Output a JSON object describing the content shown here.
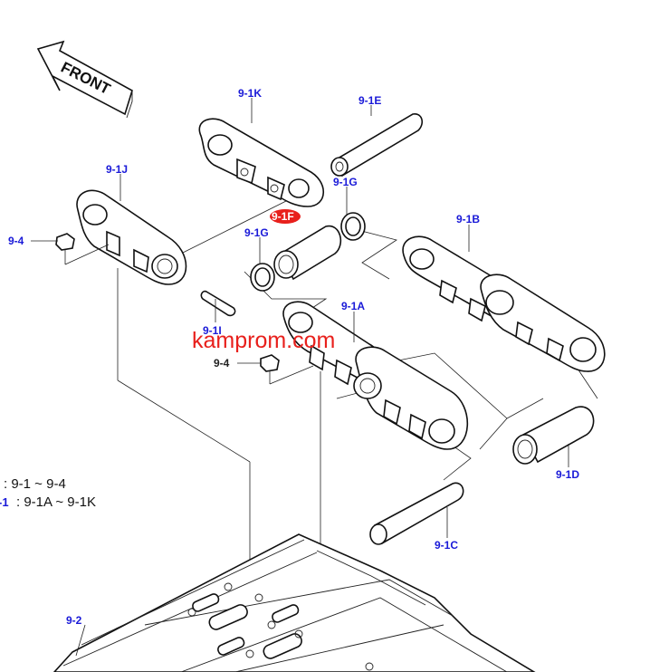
{
  "front_label": "FRONT",
  "labels": {
    "p9_1K": "9-1K",
    "p9_1E": "9-1E",
    "p9_1J": "9-1J",
    "p9_1G_top": "9-1G",
    "p9_1F": "9-1F",
    "p9_1G_left": "9-1G",
    "p9_1B": "9-1B",
    "p9_4_left": "9-4",
    "p9_1A": "9-1A",
    "p9_1I": "9-1I",
    "p9_4_mid": "9-4",
    "p9_1D": "9-1D",
    "p9_1C": "9-1C",
    "p9_2": "9-2"
  },
  "legend": {
    "line1": ": 9-1 ~ 9-4",
    "line2_prefix": "-1",
    "line2": ": 9-1A ~ 9-1K"
  },
  "watermark": "kamprom.com",
  "colors": {
    "label_blue": "#1a1ad8",
    "highlight_red": "#e8201c",
    "line": "#111111"
  }
}
